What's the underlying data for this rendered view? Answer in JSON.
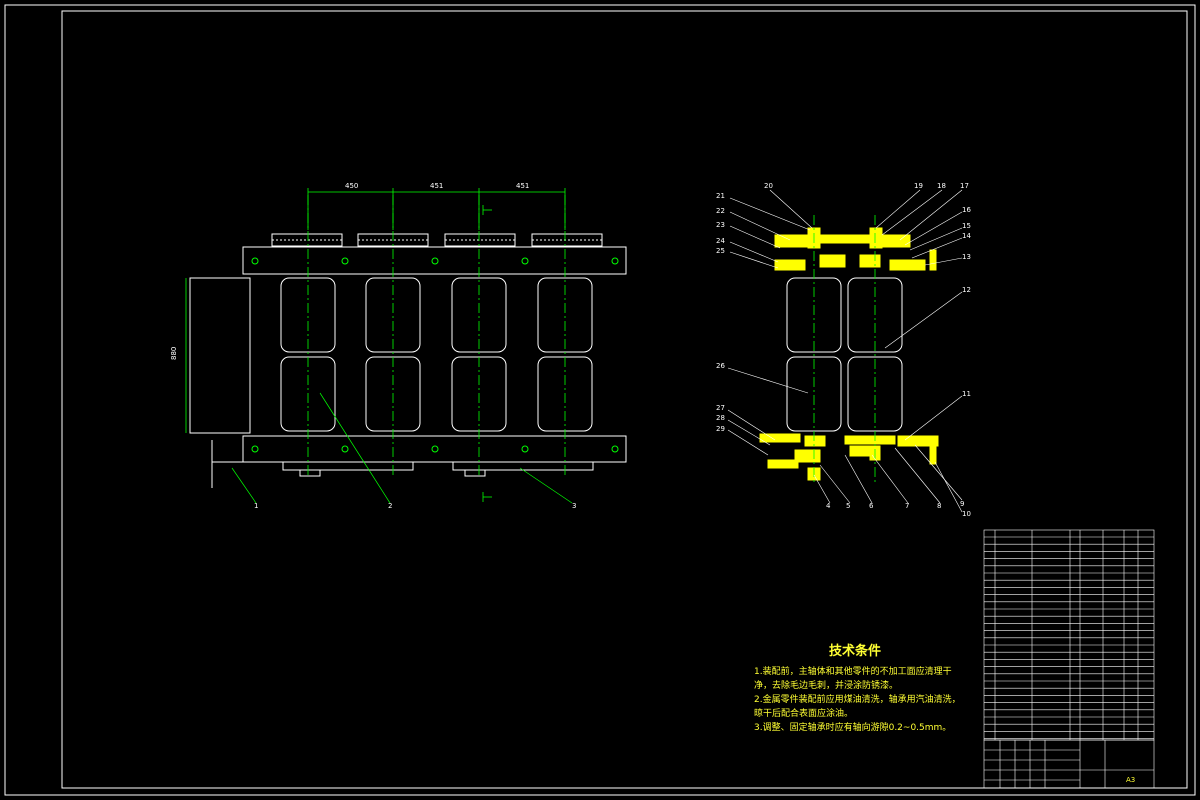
{
  "dimensions": [
    "450",
    "451",
    "451"
  ],
  "height_dim": "880",
  "front_labels": [
    "1",
    "2",
    "3"
  ],
  "side_labels": {
    "top": [
      "20",
      "19",
      "18",
      "17"
    ],
    "left": [
      "21",
      "22",
      "23",
      "24",
      "25",
      "26",
      "27",
      "28",
      "29"
    ],
    "right": [
      "16",
      "15",
      "14",
      "13",
      "12",
      "11",
      "10"
    ],
    "bottom": [
      "4",
      "5",
      "6",
      "7",
      "8",
      "9"
    ]
  },
  "tech": {
    "title": "技术条件",
    "lines": [
      "1.装配前，主轴体和其他零件的不加工面应清理干",
      "净，去除毛边毛刺，并浸涂防锈漆。",
      "2.金属零件装配前应用煤油清洗，轴承用汽油清洗，",
      "晾干后配合表面应涂油。",
      "3.调整、固定轴承时应有轴向游隙0.2~0.5mm。"
    ]
  },
  "title_block": {
    "paper": "A3"
  },
  "colors": {
    "frame": "#ffffff",
    "line": "#ffffff",
    "center": "#00ff00",
    "dim": "#00ff00",
    "section": "#ffff00",
    "text": "#ffff33"
  }
}
